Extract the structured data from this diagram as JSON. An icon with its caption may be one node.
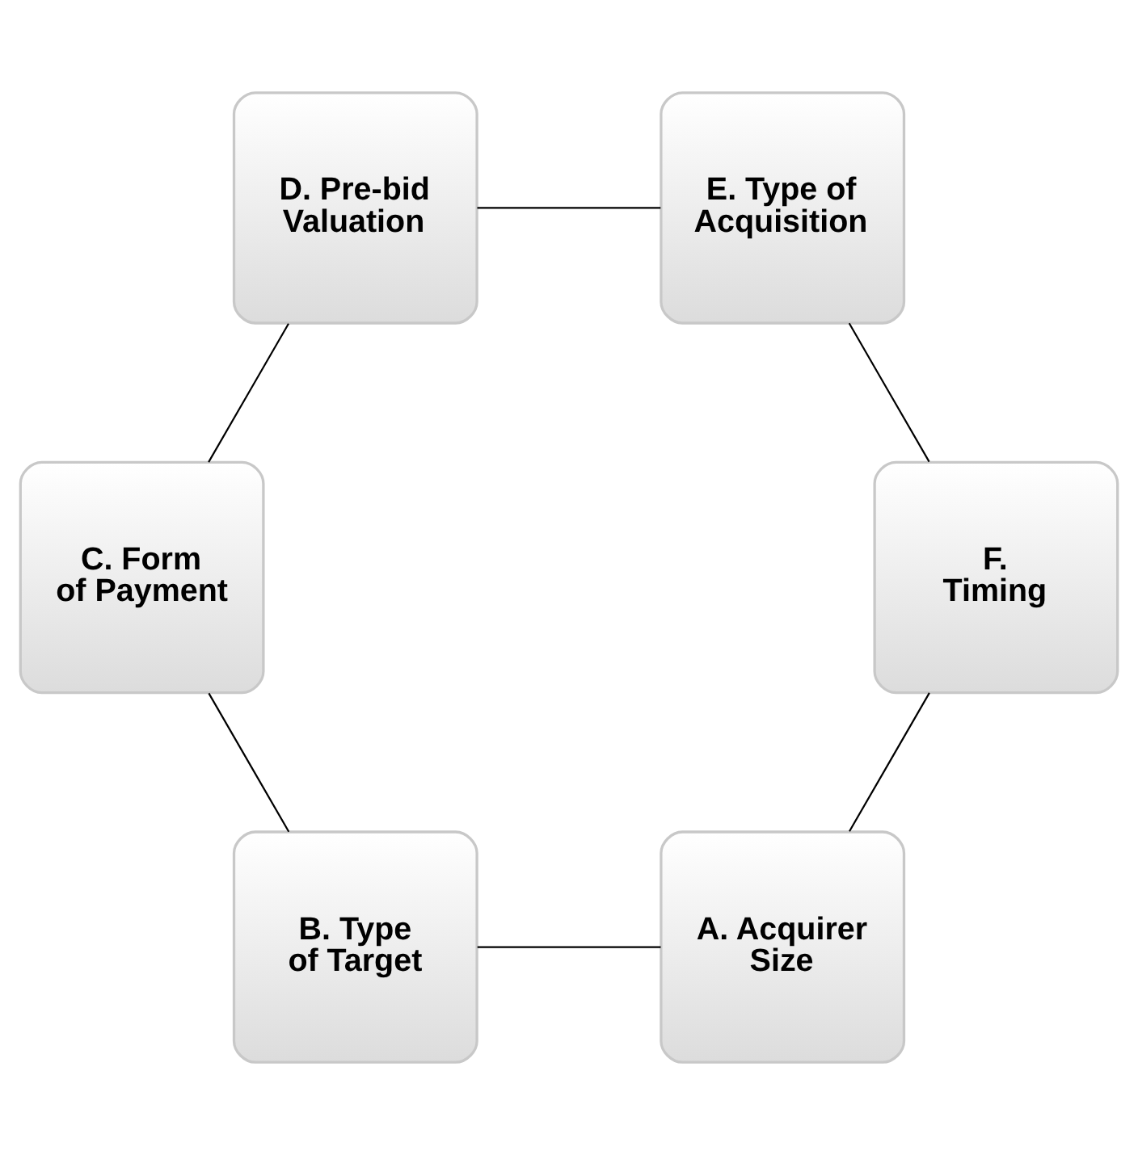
{
  "diagram": {
    "nodes": [
      {
        "text": [
          "A. Acquirer Size"
        ]
      },
      {
        "text": [
          "B. Type of Target"
        ]
      },
      {
        "text": [
          "C. Form of Payment"
        ]
      },
      {
        "text": [
          "D. Pre-bid Valuation"
        ]
      },
      {
        "text": [
          "E. Type of Acquisition"
        ]
      },
      {
        "text": [
          "F. Timing"
        ]
      }
    ],
    "edges": [
      {
        "from": 0,
        "to": 1,
        "arrow": "none"
      },
      {
        "from": 1,
        "to": 2,
        "arrow": "none"
      },
      {
        "from": 2,
        "to": 3,
        "arrow": "none"
      },
      {
        "from": 3,
        "to": 4,
        "arrow": "none"
      },
      {
        "from": 4,
        "to": 5,
        "arrow": "none"
      },
      {
        "from": 5,
        "to": 0,
        "arrow": "none"
      }
    ]
  }
}
